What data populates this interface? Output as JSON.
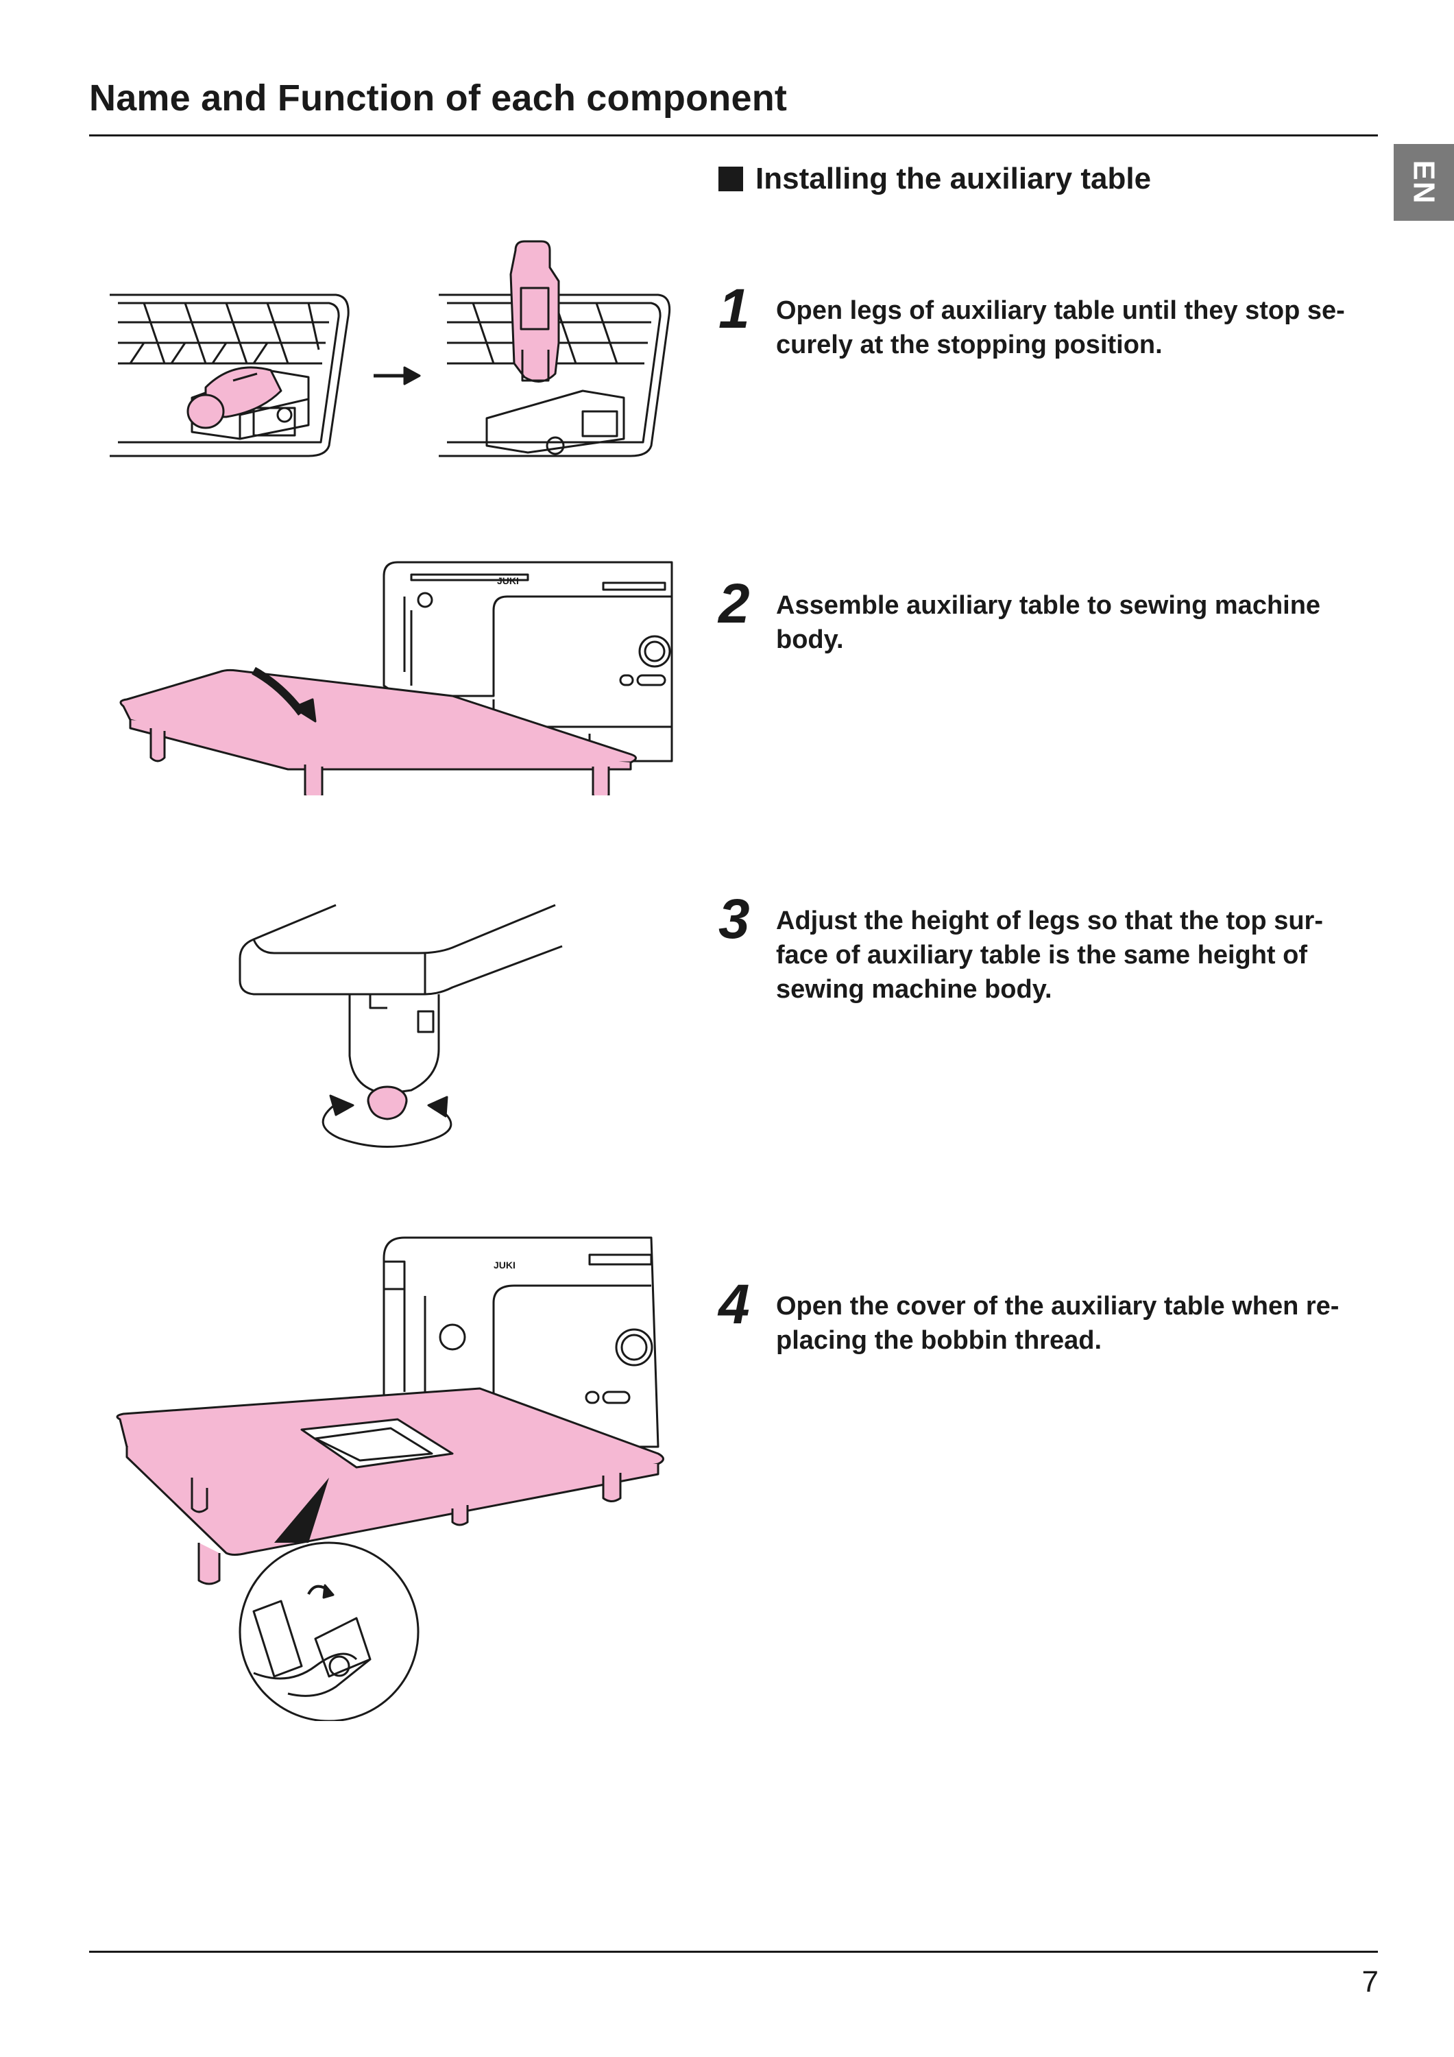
{
  "header": {
    "title": "Name and Function of each component",
    "language_tab": "EN"
  },
  "section": {
    "heading": "Installing the auxiliary table"
  },
  "steps": [
    {
      "number": "1",
      "text": "Open legs of auxiliary table until they stop se-\ncurely at the stopping position."
    },
    {
      "number": "2",
      "text": "Assemble auxiliary table to sewing machine\nbody."
    },
    {
      "number": "3",
      "text": "Adjust the height of legs so that the top sur-\nface of auxiliary table is the same height of\nsewing machine body."
    },
    {
      "number": "4",
      "text": "Open the cover of the auxiliary table when re-\nplacing the bobbin thread."
    }
  ],
  "illustrations": {
    "brand_label": "JUKI"
  },
  "footer": {
    "page_number": "7"
  },
  "colors": {
    "accent_pink": "#f5b8d3",
    "line": "#1a1a1a",
    "tab_gray": "#7a7a7a"
  }
}
